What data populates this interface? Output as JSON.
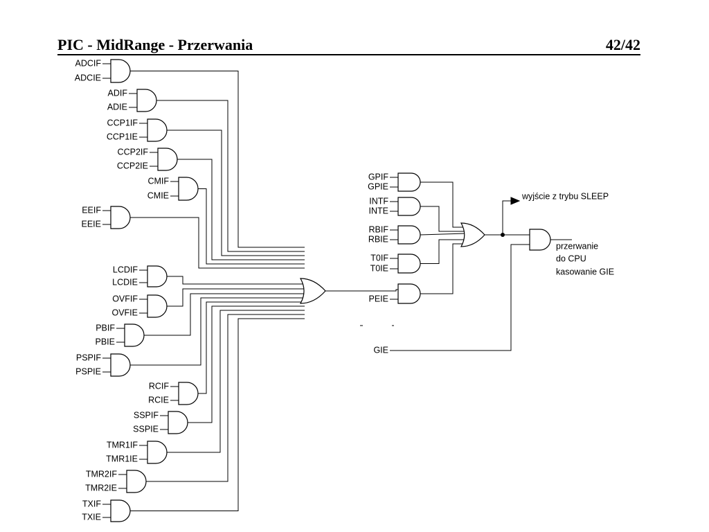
{
  "header": {
    "title": "PIC - MidRange - Przerwania",
    "page": "42/42"
  },
  "left_gates": [
    [
      "ADCIF",
      "ADCIE"
    ],
    [
      "ADIF",
      "ADIE"
    ],
    [
      "CCP1IF",
      "CCP1IE"
    ],
    [
      "CCP2IF",
      "CCP2IE"
    ],
    [
      "CMIF",
      "CMIE"
    ],
    [
      "EEIF",
      "EEIE"
    ],
    [
      "LCDIF",
      "LCDIE"
    ],
    [
      "OVFIF",
      "OVFIE"
    ],
    [
      "PBIF",
      "PBIE"
    ],
    [
      "PSPIF",
      "PSPIE"
    ],
    [
      "RCIF",
      "RCIE"
    ],
    [
      "SSPIF",
      "SSPIE"
    ],
    [
      "TMR1IF",
      "TMR1IE"
    ],
    [
      "TMR2IF",
      "TMR2IE"
    ],
    [
      "TXIF",
      "TXIE"
    ]
  ],
  "right_gates": [
    [
      "GPIF",
      "GPIE"
    ],
    [
      "INTF",
      "INTE"
    ],
    [
      "RBIF",
      "RBIE"
    ],
    [
      "T0IF",
      "T0IE"
    ]
  ],
  "peie_label": "PEIE",
  "gie_label": "GIE",
  "sleep_label": "wyjście z trybu SLEEP",
  "output_lines": [
    "przerwanie",
    "do CPU",
    "kasowanie GIE"
  ]
}
